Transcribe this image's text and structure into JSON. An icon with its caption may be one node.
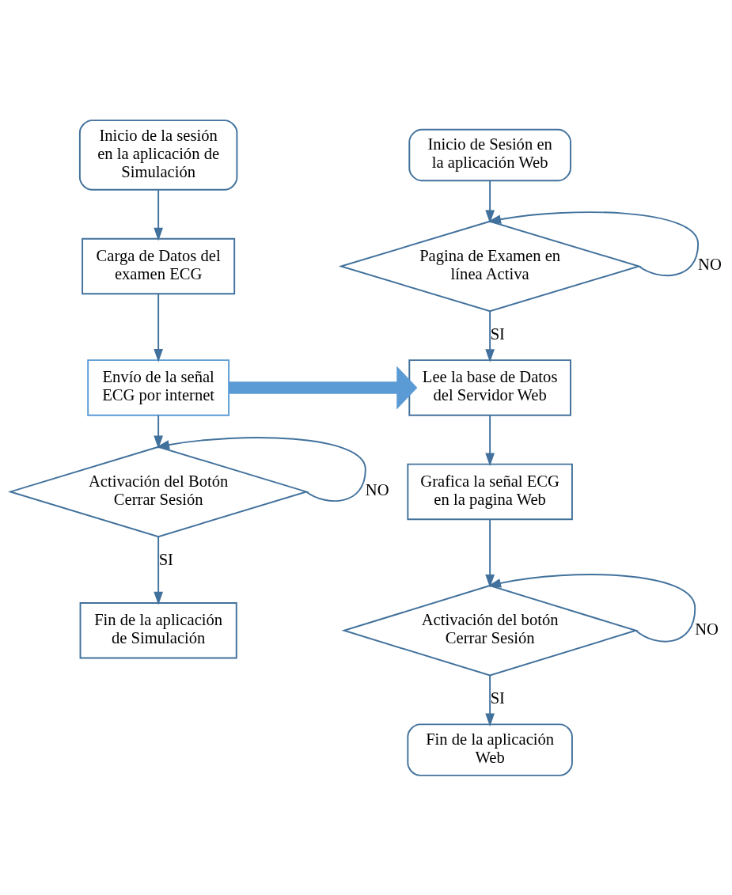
{
  "diagram": {
    "nodes": [
      {
        "text": [
          "Inicio de la sesión en la aplicación de Simulación"
        ]
      },
      {
        "text": [
          "Carga de Datos del examen ECG"
        ]
      },
      {
        "text": [
          "Envío de la señal ECG por internet"
        ]
      },
      {
        "text": [
          "Activación del Botón Cerrar Sesión"
        ]
      },
      {
        "text": [
          "Fin de la aplicación de Simulación"
        ]
      },
      {
        "text": [
          "Inicio de Sesión en la aplicación Web"
        ]
      },
      {
        "text": [
          "Pagina de Examen en línea Activa"
        ]
      },
      {
        "text": [
          "Lee la base de Datos del Servidor Web"
        ]
      },
      {
        "text": [
          "Grafica la señal ECG en la pagina Web"
        ]
      },
      {
        "text": [
          "Activación del botón Cerrar Sesión"
        ]
      },
      {
        "text": [
          "Fin de la aplicación Web"
        ]
      }
    ],
    "edges": [
      {
        "from": 0,
        "to": 1,
        "arrow": "to"
      },
      {
        "from": 1,
        "to": 2,
        "arrow": "to"
      },
      {
        "from": 2,
        "to": 3,
        "arrow": "to"
      },
      {
        "from": 3,
        "to": 3,
        "arrow": "to",
        "label": "NO"
      },
      {
        "from": 3,
        "to": 4,
        "arrow": "to",
        "label": "SI"
      },
      {
        "from": 2,
        "to": 7,
        "arrow": "to",
        "style": "thick",
        "color": "#5b9bd5"
      },
      {
        "from": 5,
        "to": 6,
        "arrow": "to"
      },
      {
        "from": 6,
        "to": 6,
        "arrow": "to",
        "label": "NO"
      },
      {
        "from": 6,
        "to": 7,
        "arrow": "to",
        "label": "SI"
      },
      {
        "from": 7,
        "to": 8,
        "arrow": "to"
      },
      {
        "from": 8,
        "to": 9,
        "arrow": "to"
      },
      {
        "from": 9,
        "to": 9,
        "arrow": "to",
        "label": "NO"
      },
      {
        "from": 9,
        "to": 10,
        "arrow": "to",
        "label": "SI"
      }
    ]
  }
}
